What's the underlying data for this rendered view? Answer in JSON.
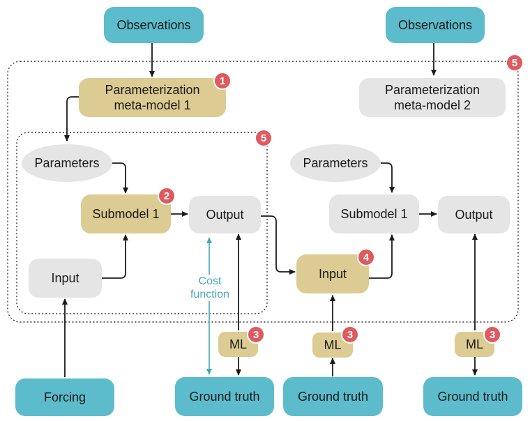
{
  "top": {
    "observations_left": "Observations",
    "observations_right": "Observations"
  },
  "meta_models": {
    "left": {
      "line1": "Parameterization",
      "line2": "meta-model 1"
    },
    "right": {
      "line1": "Parameterization",
      "line2": "meta-model 2"
    }
  },
  "left_submodel": {
    "parameters": "Parameters",
    "submodel": "Submodel 1",
    "output": "Output",
    "input": "Input"
  },
  "right_submodel": {
    "parameters": "Parameters",
    "submodel": "Submodel 1",
    "output": "Output",
    "input": "Input"
  },
  "cost_function": {
    "line1": "Cost",
    "line2": "function"
  },
  "ml": {
    "a": "ML",
    "b": "ML",
    "c": "ML"
  },
  "bottom": {
    "forcing": "Forcing",
    "ground_truth_1": "Ground truth",
    "ground_truth_2": "Ground truth",
    "ground_truth_3": "Ground truth"
  },
  "badges": {
    "meta_model_1": "1",
    "submodel_1": "2",
    "ml_a": "3",
    "ml_b": "3",
    "ml_c": "3",
    "input": "4",
    "outer_box": "5",
    "inner_box": "5"
  },
  "colors": {
    "teal": "#5cbccc",
    "tan": "#dccb92",
    "grey": "#e5e5e5",
    "badge": "#df5a5e",
    "cost": "#49a7bb"
  }
}
